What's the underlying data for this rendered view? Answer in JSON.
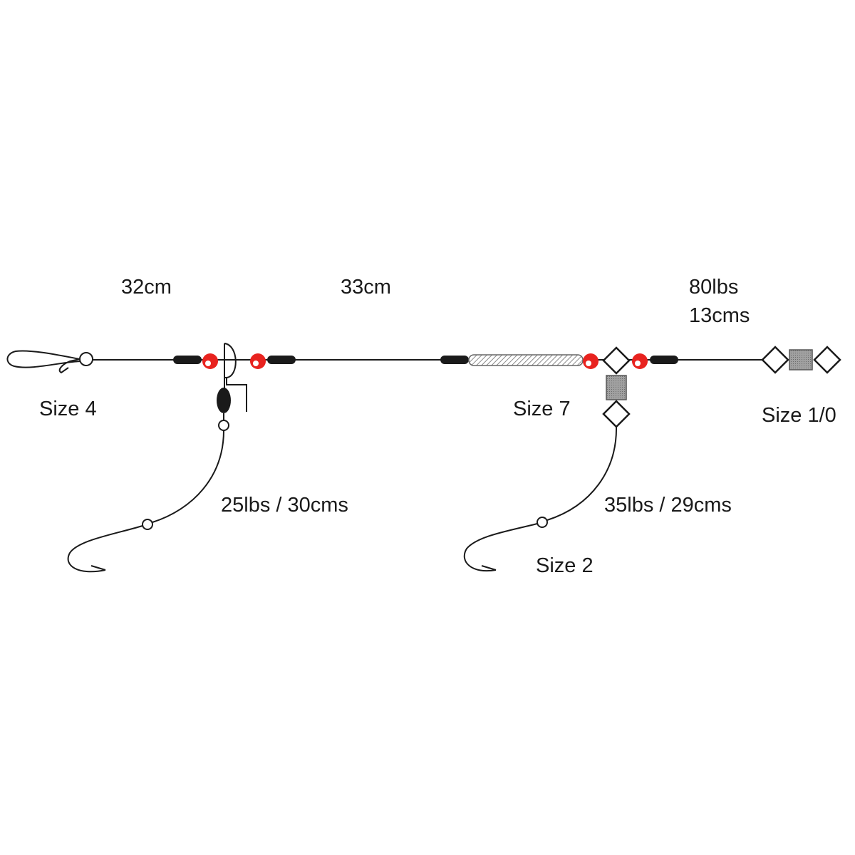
{
  "colors": {
    "line": "#1a1a1a",
    "bead": "#e8231f",
    "swivel_fill": "#9a9a9a",
    "crimp_hatch": "#8a8a8a"
  },
  "labels": {
    "len_32": "32cm",
    "len_33": "33cm",
    "main_lbs": "80lbs",
    "main_len": "13cms",
    "size_4": "Size 4",
    "size_7": "Size 7",
    "size_1_0": "Size 1/0",
    "snood1": "25lbs / 30cms",
    "snood2": "35lbs / 29cms",
    "size_2": "Size 2"
  },
  "icons": {
    "clip": "bait-clip-icon",
    "hook": "hook-icon",
    "bead": "red-bead-icon",
    "swivel": "swivel-icon",
    "stop": "stop-sleeve-icon",
    "link": "rig-link-icon"
  }
}
